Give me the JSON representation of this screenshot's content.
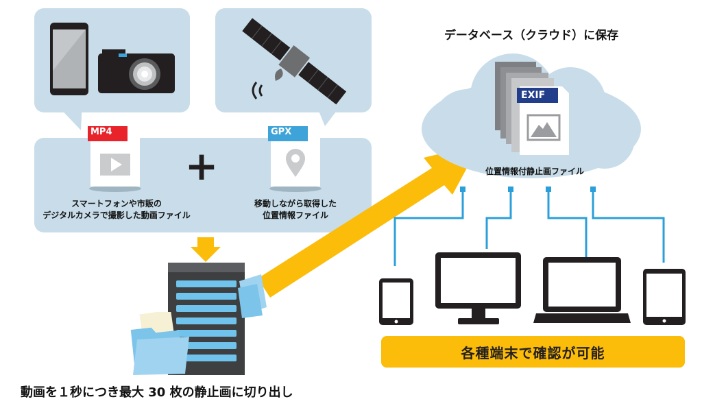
{
  "source_files": {
    "video_file": {
      "tag": "MP4",
      "tag_color": "#e8232a",
      "caption_line1": "スマートフォンや市販の",
      "caption_line2": "デジタルカメラで撮影した動画ファイル"
    },
    "gps_file": {
      "tag": "GPX",
      "tag_color": "#3ea3d8",
      "caption_line1": "移動しながら取得した",
      "caption_line2": "位置情報ファイル"
    },
    "plus_symbol": "+"
  },
  "cloud": {
    "title": "データベース（クラウド）に保存",
    "file_tag": "EXIF",
    "file_label": "位置情報付静止画ファイル"
  },
  "devices_banner": {
    "text": "各種端末で確認が可能",
    "color": "#fbbc0a"
  },
  "server_caption": "動画を１秒につき最大 30 枚の静止画に切り出し",
  "colors": {
    "panel": "#c8dde9",
    "arrow": "#fbbc0a",
    "connector": "#2b9fd9",
    "device": "#231f20"
  },
  "icons": [
    "smartphone-icon",
    "camera-icon",
    "satellite-icon",
    "video-file-icon",
    "map-pin-file-icon",
    "server-icon",
    "folder-icon",
    "image-file-icon",
    "tablet-icon",
    "monitor-icon",
    "laptop-icon"
  ]
}
